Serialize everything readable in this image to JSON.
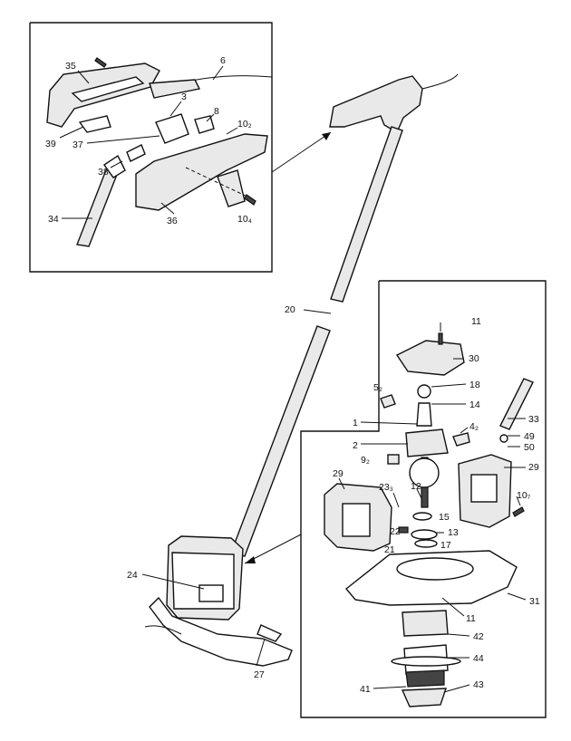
{
  "labels": {
    "p35": "35",
    "p6": "6",
    "p3": "3",
    "p8": "8",
    "p10_2": "10₂",
    "p39": "39",
    "p37": "37",
    "p38": "38",
    "p34": "34",
    "p36": "36",
    "p10_4": "10₄",
    "p20": "20",
    "p24": "24",
    "p27": "27",
    "p11a": "11",
    "p30": "30",
    "p18": "18",
    "p14": "14",
    "p5_2": "5₂",
    "p33": "33",
    "p1": "1",
    "p4_2": "4₂",
    "p49": "49",
    "p2": "2",
    "p50": "50",
    "p9_2": "9₂",
    "p29a": "29",
    "p29b": "29",
    "p12": "12",
    "p23": "23₃",
    "p10_7": "10₇",
    "p15": "15",
    "p22": "22",
    "p13": "13",
    "p17": "17",
    "p21": "21",
    "p31": "31",
    "p11b": "11",
    "p42": "42",
    "p44": "44",
    "p41": "41",
    "p43": "43"
  },
  "icons": {
    "handle": "handle-icon",
    "shaft": "shaft-icon",
    "motor_housing": "motor-housing-icon",
    "guard": "guard-icon",
    "spool": "spool-icon",
    "armature": "armature-icon"
  }
}
